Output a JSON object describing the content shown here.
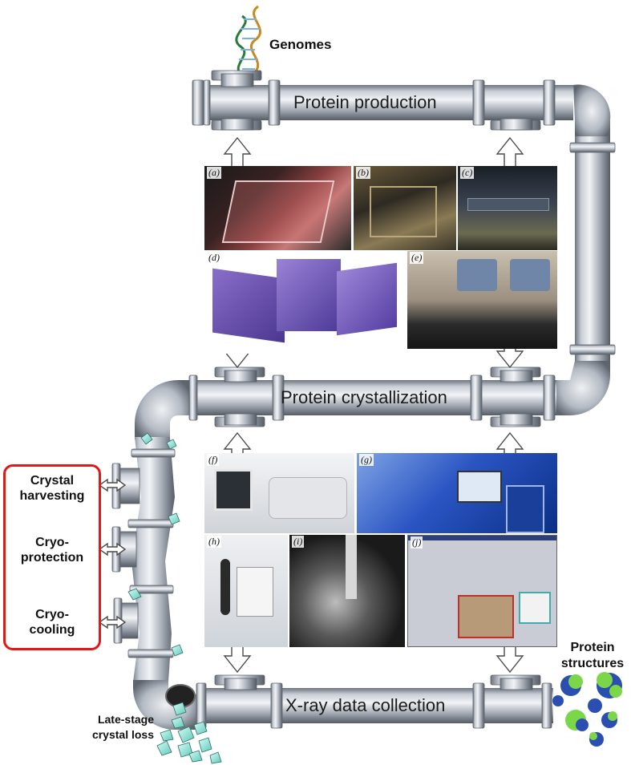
{
  "top_label": "Genomes",
  "pipes": {
    "production": "Protein production",
    "crystallization": "Protein crystallization",
    "xray": "X-ray data collection"
  },
  "panels": {
    "a": "(a)",
    "b": "(b)",
    "c": "(c)",
    "d": "(d)",
    "e": "(e)",
    "f": "(f)",
    "g": "(g)",
    "h": "(h)",
    "i": "(i)",
    "j": "(j)"
  },
  "steps": {
    "harvesting": [
      "Crystal",
      "harvesting"
    ],
    "cryoprotection": [
      "Cryo-",
      "protection"
    ],
    "cryocooling": [
      "Cryo-",
      "cooling"
    ]
  },
  "loss_label": [
    "Late-stage",
    "crystal loss"
  ],
  "output_label": [
    "Protein",
    "structures"
  ],
  "colors": {
    "pipe_light": "#e6e9ee",
    "pipe_mid": "#a9b0ba",
    "pipe_dark": "#626a75",
    "step_border": "#e01818",
    "crystal": "#8fe3d7",
    "protein_green": "#7cd64a",
    "protein_blue": "#2a4fb0"
  }
}
